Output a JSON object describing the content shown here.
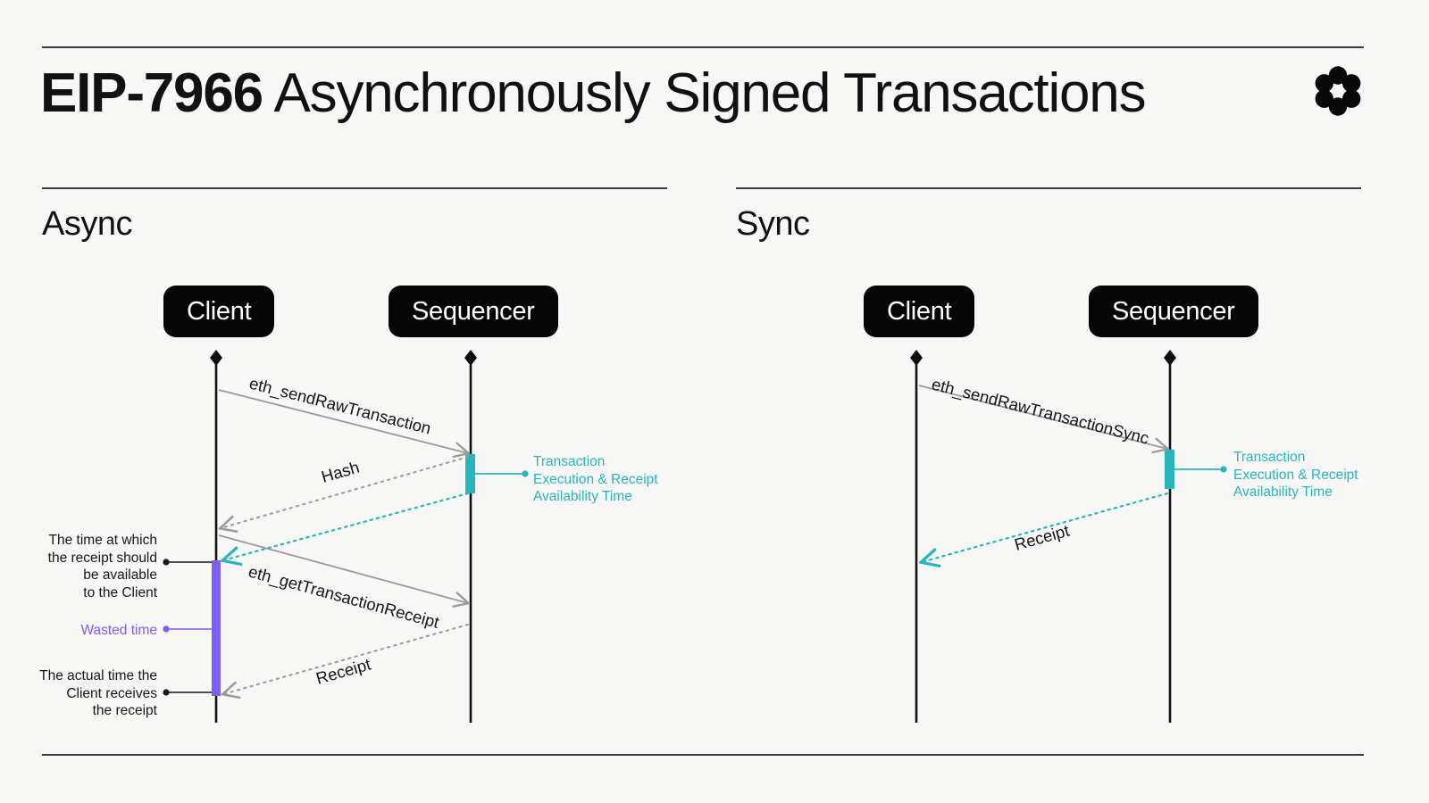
{
  "header": {
    "title_strong": "EIP-7966",
    "title_rest": " Asynchronously Signed Transactions",
    "logo_name": "flower-logo"
  },
  "colors": {
    "background": "#f7f7f5",
    "ink": "#111111",
    "rule": "#3a3a3a",
    "actor_fill": "#050505",
    "actor_text": "#ffffff",
    "teal": "#28b6bb",
    "purple": "#7e5cf6",
    "arrow_gray": "#9a9a9a",
    "lifeline": "#111111"
  },
  "panels": [
    {
      "id": "async",
      "title": "Async",
      "actors": [
        {
          "label": "Client"
        },
        {
          "label": "Sequencer"
        }
      ],
      "messages": [
        {
          "label": "eth_sendRawTransaction",
          "style": "solid",
          "color": "gray",
          "direction": "right"
        },
        {
          "label": "Hash",
          "style": "dotted",
          "color": "gray",
          "direction": "left"
        },
        {
          "label": "eth_getTransactionReceipt",
          "style": "solid",
          "color": "gray",
          "direction": "right"
        },
        {
          "label": "Receipt",
          "style": "dotted",
          "color": "gray",
          "direction": "left"
        }
      ],
      "teal_message": {
        "label": "",
        "style": "dotted",
        "color": "teal",
        "direction": "left"
      },
      "annotations": [
        {
          "id": "exec-time",
          "text": "Transaction\nExecution & Receipt\nAvailability Time",
          "color": "teal",
          "align": "left"
        },
        {
          "id": "receipt-should-be-available",
          "text": "The time at which\nthe receipt should\nbe available\nto the Client",
          "color": "dark",
          "align": "right"
        },
        {
          "id": "wasted-time",
          "text": "Wasted time",
          "color": "purple",
          "align": "right"
        },
        {
          "id": "actual-receipt-time",
          "text": "The actual time the\nClient receives\nthe receipt",
          "color": "dark",
          "align": "right"
        }
      ]
    },
    {
      "id": "sync",
      "title": "Sync",
      "actors": [
        {
          "label": "Client"
        },
        {
          "label": "Sequencer"
        }
      ],
      "messages": [
        {
          "label": "eth_sendRawTransactionSync",
          "style": "solid",
          "color": "gray",
          "direction": "right"
        },
        {
          "label": "Receipt",
          "style": "dotted",
          "color": "teal",
          "direction": "left"
        }
      ],
      "annotations": [
        {
          "id": "exec-time",
          "text": "Transaction\nExecution & Receipt\nAvailability Time",
          "color": "teal",
          "align": "left"
        }
      ]
    }
  ]
}
